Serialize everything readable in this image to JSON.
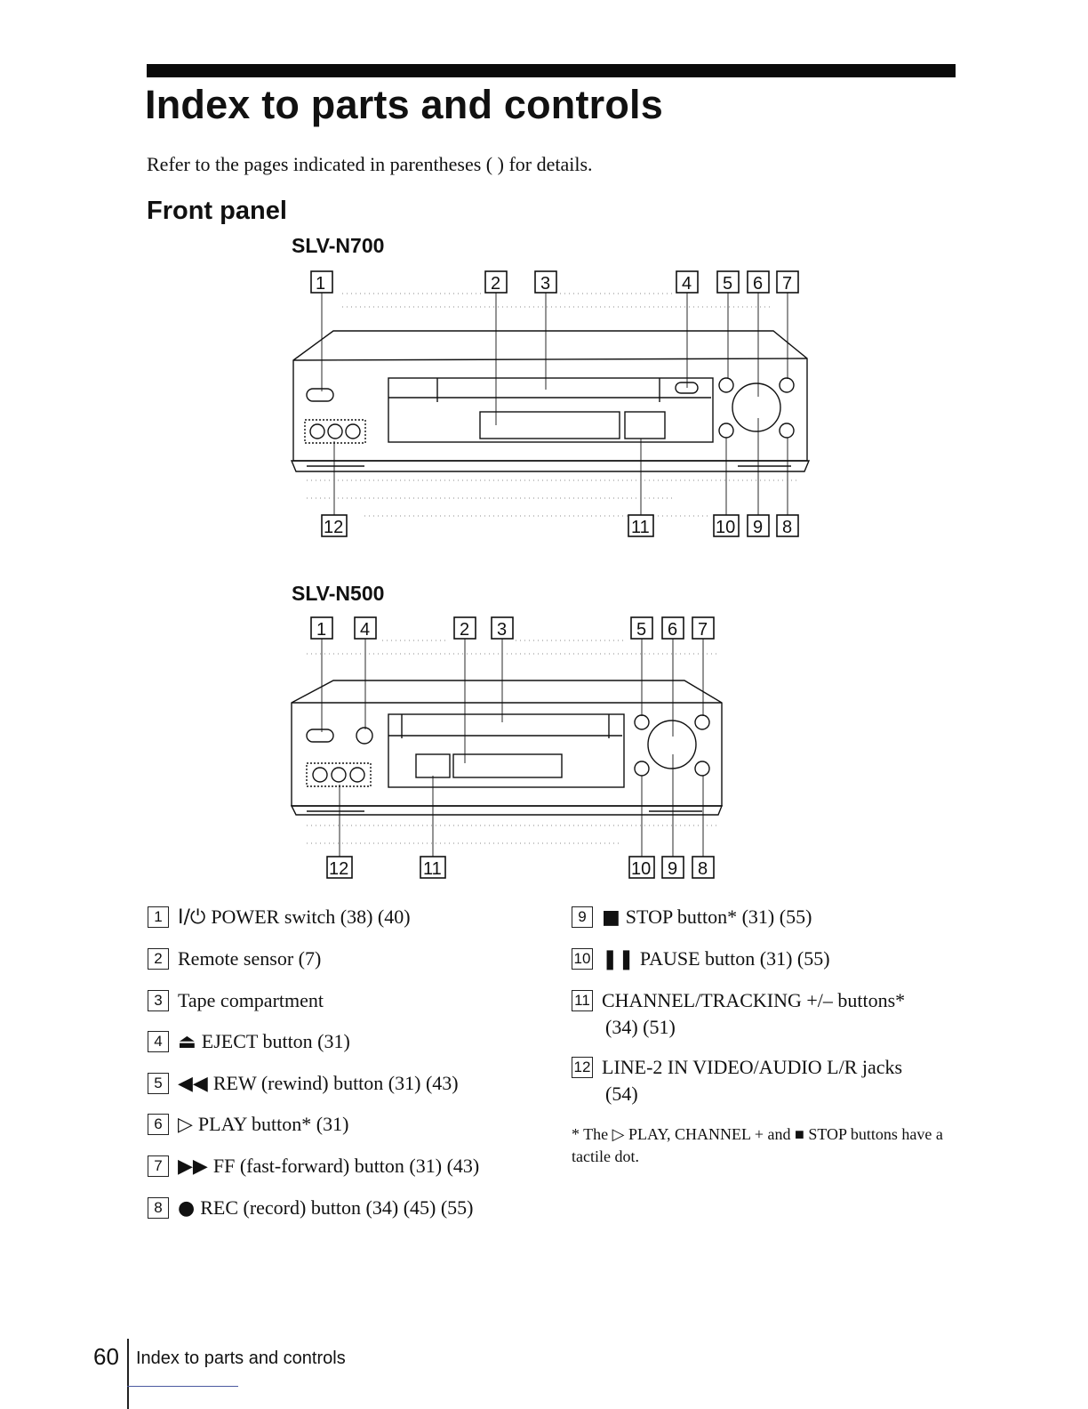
{
  "page": {
    "title": "Index to parts and controls",
    "intro": "Refer to the pages indicated in parentheses ( ) for details.",
    "section_title": "Front panel"
  },
  "models": [
    {
      "name": "SLV-N700",
      "callouts": [
        "1",
        "2",
        "3",
        "4",
        "5",
        "6",
        "7",
        "12",
        "11",
        "10",
        "9",
        "8"
      ]
    },
    {
      "name": "SLV-N500",
      "callouts": [
        "1",
        "4",
        "2",
        "3",
        "5",
        "6",
        "7",
        "12",
        "11",
        "10",
        "9",
        "8"
      ]
    }
  ],
  "legend_left": [
    {
      "num": "1",
      "symbol": "I/⏻",
      "text": "POWER switch (38) (40)"
    },
    {
      "num": "2",
      "symbol": "",
      "text": "Remote sensor (7)"
    },
    {
      "num": "3",
      "symbol": "",
      "text": "Tape compartment"
    },
    {
      "num": "4",
      "symbol": "⏏",
      "text": "EJECT button (31)"
    },
    {
      "num": "5",
      "symbol": "◀◀",
      "text": "REW (rewind) button (31) (43)"
    },
    {
      "num": "6",
      "symbol": "▷",
      "text": "PLAY button* (31)"
    },
    {
      "num": "7",
      "symbol": "▶▶",
      "text": "FF (fast-forward) button (31) (43)"
    },
    {
      "num": "8",
      "symbol": "●",
      "text": "REC (record) button (34) (45) (55)"
    }
  ],
  "legend_right": [
    {
      "num": "9",
      "symbol": "■",
      "text": "STOP button* (31) (55)",
      "cont": ""
    },
    {
      "num": "10",
      "symbol": "❚❚",
      "text": "PAUSE button (31) (55)",
      "cont": ""
    },
    {
      "num": "11",
      "symbol": "",
      "text": "CHANNEL/TRACKING +/– buttons*",
      "cont": "(34) (51)"
    },
    {
      "num": "12",
      "symbol": "",
      "text": "LINE-2 IN VIDEO/AUDIO L/R jacks",
      "cont": "(54)"
    }
  ],
  "footnote": "*  The ▷ PLAY, CHANNEL + and ■ STOP buttons have a tactile dot.",
  "footer": {
    "page_number": "60",
    "running_title": "Index to parts and controls"
  }
}
